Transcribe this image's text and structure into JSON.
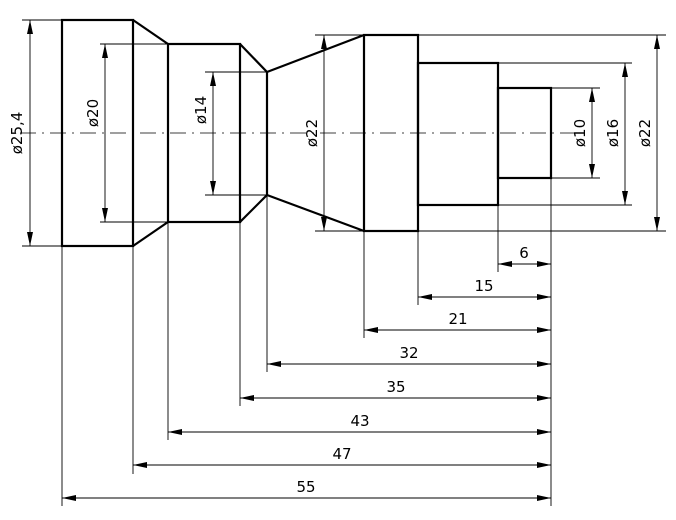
{
  "drawing": {
    "diameters": {
      "d_25_4": "ø25,4",
      "d_20": "ø20",
      "d_14": "ø14",
      "d_22_mid": "ø22",
      "d_10": "ø10",
      "d_16": "ø16",
      "d_22_right": "ø22"
    },
    "lengths": [
      "6",
      "15",
      "21",
      "32",
      "35",
      "43",
      "47",
      "55"
    ]
  }
}
